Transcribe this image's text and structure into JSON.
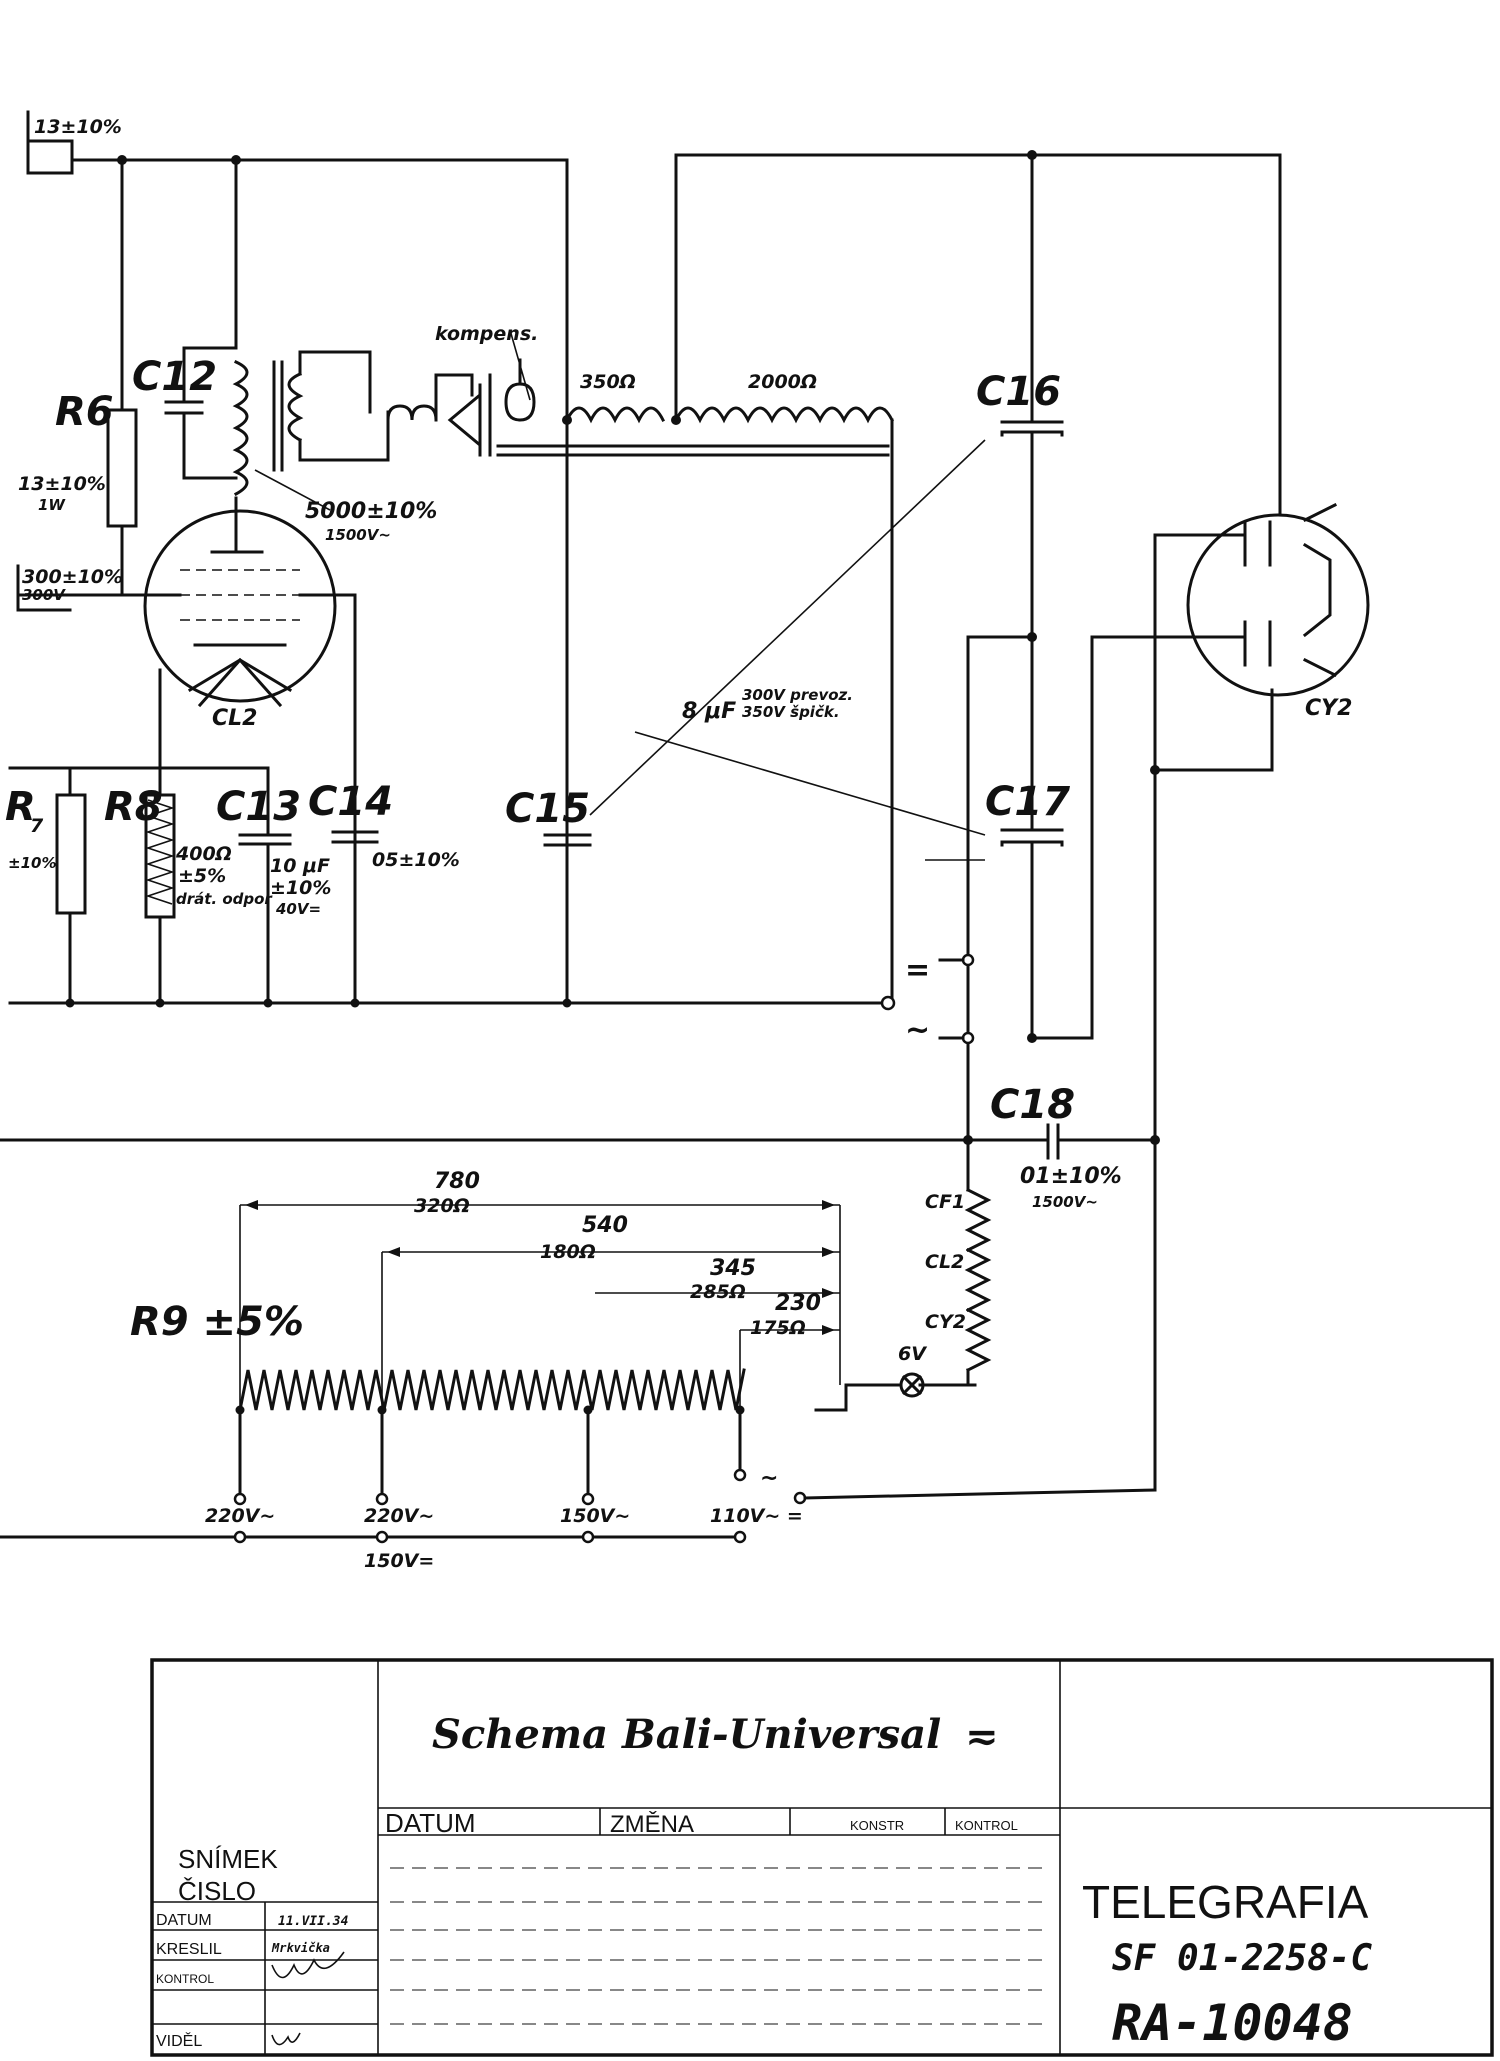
{
  "schematic": {
    "tubes": {
      "output": "CL2",
      "rectifier": "CY2"
    },
    "resistors": {
      "r6": {
        "name": "R6",
        "top_value": "13±10%",
        "value": "13±10%",
        "power": "1W"
      },
      "r7": {
        "name": "R7",
        "value": "±10%"
      },
      "r8": {
        "name": "R8",
        "value": "400Ω",
        "tolerance": "±5%",
        "type": "drát. odpor"
      },
      "r9": {
        "name": "R9 ±5%"
      },
      "grid": {
        "value": "300±10%",
        "power": "300V~"
      }
    },
    "capacitors": {
      "c12": "C12",
      "c13": {
        "name": "C13",
        "value": "10 μF",
        "tolerance": "±10%",
        "voltage": "40V="
      },
      "c14": {
        "name": "C14",
        "value": "05±10%"
      },
      "c15": "C15",
      "c16": "C16",
      "c17": "C17",
      "c18": {
        "name": "C18",
        "value": "01±10%",
        "voltage": "1500V~"
      },
      "filter_note": {
        "value": "8 μF",
        "line1": "300V prevoz.",
        "line2": "350V špičk."
      }
    },
    "transformer": {
      "value": "5000±10%",
      "voltage": "1500V~"
    },
    "speaker": {
      "label": "kompens."
    },
    "field_coils": {
      "coil1": "350Ω",
      "coil2": "2000Ω"
    },
    "mains_symbols": {
      "dc": "=",
      "ac": "~"
    },
    "heater_chain": {
      "cf1": "CF1",
      "cl2": "CL2",
      "cy2": "CY2",
      "lamp": "6V"
    },
    "divider": {
      "d1": {
        "total": "780",
        "resist": "320Ω"
      },
      "d2": {
        "total": "540",
        "resist": "180Ω"
      },
      "d3": {
        "total": "345",
        "resist": "285Ω"
      },
      "d4": {
        "total": "230",
        "resist": "175Ω"
      }
    },
    "taps": {
      "t220ac": "220V~",
      "t220dc": "220V~",
      "t150ac": "150V~",
      "t110": "110V~ =",
      "t150dc": "150V="
    },
    "ac_mark": "~"
  },
  "title_block": {
    "title": "Schema Bali-Universal",
    "title_symbol": "≂",
    "left": {
      "snimek": "SNÍMEK",
      "cislo": "ČISLO",
      "datum_label": "DATUM",
      "datum_value": "11.VII.34",
      "kreslil_label": "KRESLIL",
      "kreslil_value": "Mrkvička",
      "kontrol_label": "KONTROL",
      "videl_label": "VIDĚL"
    },
    "columns": {
      "datum": "DATUM",
      "zmena": "ZMĚNA",
      "konstr": "KONSTR",
      "kontrol": "KONTROL"
    },
    "company": "TELEGRAFIA",
    "doc_number": "SF 01-2258-C",
    "drawing_number": "RA-10048"
  }
}
